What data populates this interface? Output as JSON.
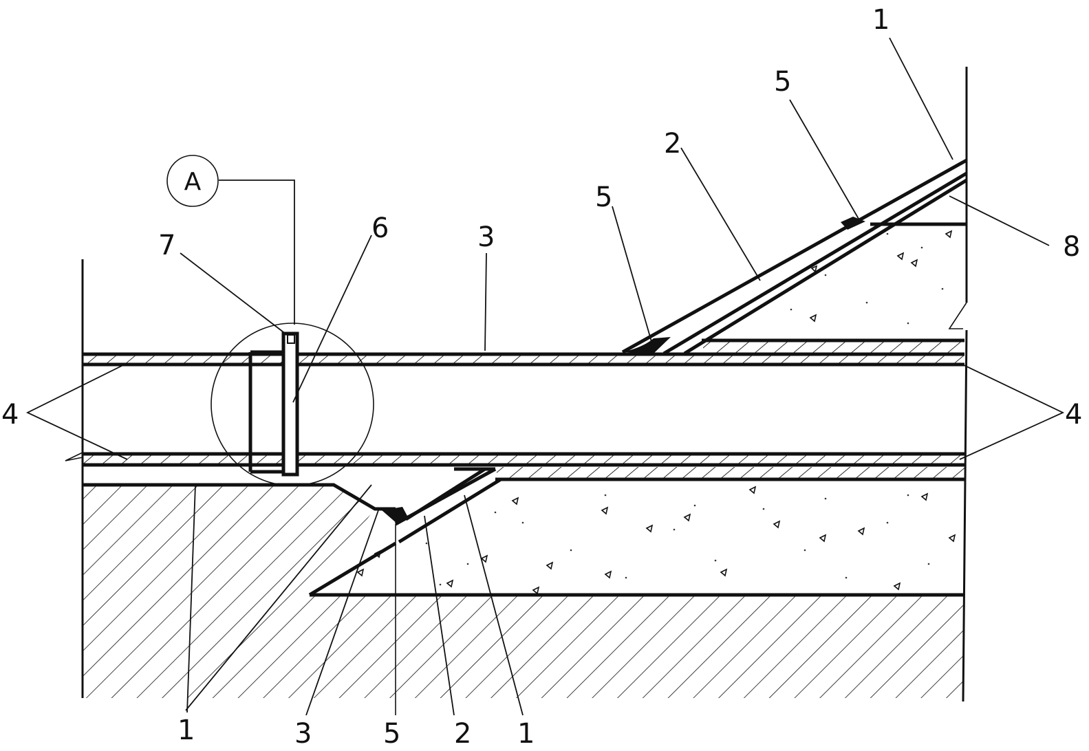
{
  "detail_callout": {
    "label": "A"
  },
  "labels": {
    "l_1_topright": "1",
    "l_5_topright": "5",
    "l_2_top": "2",
    "l_5_top": "5",
    "l_3_top": "3",
    "l_6": "6",
    "l_7": "7",
    "l_8": "8",
    "l_4_left": "4",
    "l_4_right": "4",
    "l_1_bottom_a": "1",
    "l_3_bottom": "3",
    "l_5_bottom": "5",
    "l_2_bottom": "2",
    "l_1_bottom_b": "1"
  },
  "colors": {
    "line": "#111111",
    "background": "#ffffff"
  }
}
